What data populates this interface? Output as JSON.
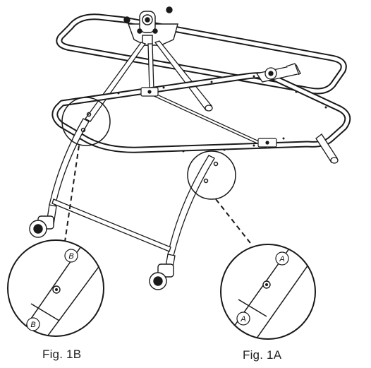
{
  "figure": {
    "captions": {
      "fig_1b": "Fig. 1B",
      "fig_1a": "Fig. 1A"
    },
    "hole_labels": {
      "b": "B",
      "a": "A"
    },
    "colors": {
      "line": "#1a1a1a",
      "tube_fill": "#ffffff",
      "background": "#ffffff"
    }
  }
}
